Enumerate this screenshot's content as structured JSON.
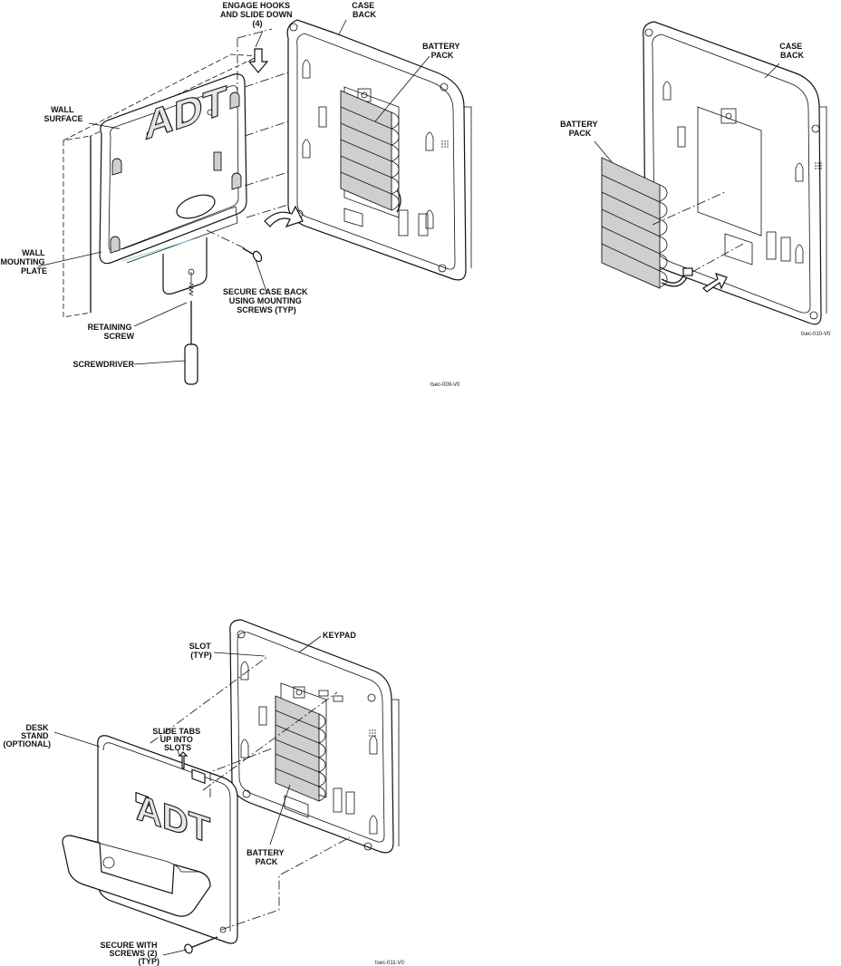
{
  "figure1": {
    "labels": {
      "engage_hooks": [
        "ENGAGE HOOKS",
        "AND SLIDE DOWN",
        "(4)"
      ],
      "case_back": [
        "CASE",
        "BACK"
      ],
      "battery_pack": [
        "BATTERY",
        "PACK"
      ],
      "wall_surface": [
        "WALL",
        "SURFACE"
      ],
      "wall_mounting_plate": [
        "WALL",
        "MOUNTING",
        "PLATE"
      ],
      "secure_case_back": [
        "SECURE CASE BACK",
        "USING MOUNTING",
        "SCREWS (TYP)"
      ],
      "retaining_screw": [
        "RETAINING",
        "SCREW"
      ],
      "screwdriver": "SCREWDRIVER",
      "logo": "ADT",
      "figure_id": "tsec-009-V0"
    }
  },
  "figure2": {
    "labels": {
      "case_back": [
        "CASE",
        "BACK"
      ],
      "battery_pack": [
        "BATTERY",
        "PACK"
      ],
      "figure_id": "tsec-010-V0"
    }
  },
  "figure3": {
    "labels": {
      "keypad": "KEYPAD",
      "slot": [
        "SLOT",
        "(TYP)"
      ],
      "desk_stand": [
        "DESK",
        "STAND",
        "(OPTIONAL)"
      ],
      "slide_tabs": [
        "SLIDE TABS",
        "UP INTO",
        "SLOTS"
      ],
      "battery_pack": [
        "BATTERY",
        "PACK"
      ],
      "secure_with_screws": [
        "SECURE WITH",
        "SCREWS (2)",
        "(TYP)"
      ],
      "logo": "ADT",
      "figure_id": "tsec-011-V0"
    }
  }
}
